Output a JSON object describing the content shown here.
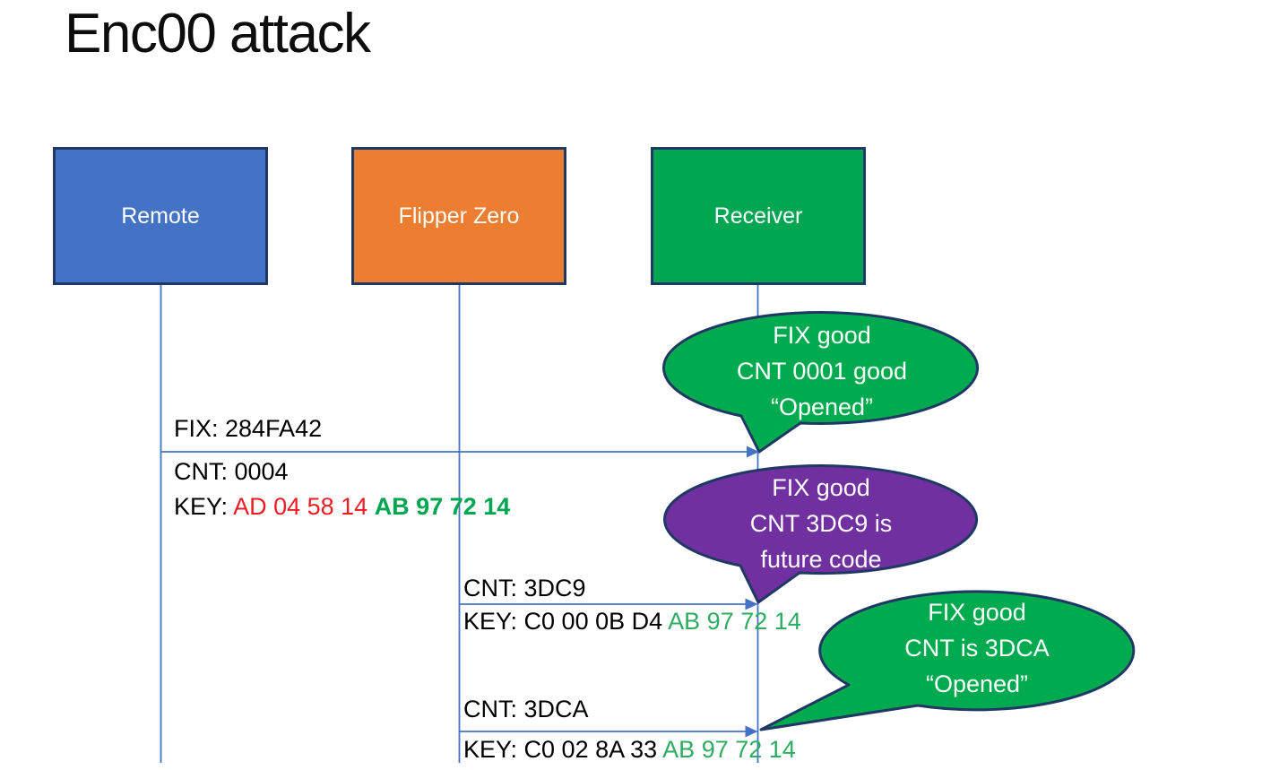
{
  "title": "Enc00 attack",
  "actors": [
    {
      "label": "Remote",
      "color": "#4472C4"
    },
    {
      "label": "Flipper Zero",
      "color": "#ED7D31"
    },
    {
      "label": "Receiver",
      "color": "#00A651"
    }
  ],
  "messages": [
    {
      "fix": "FIX: 284FA42",
      "cnt": "CNT: 0004",
      "key_prefix": "KEY: ",
      "key_red": "AD 04 58 14 ",
      "key_green": "AB 97 72 14"
    },
    {
      "cnt": "CNT: 3DC9",
      "key_prefix": "KEY: C0 00 0B D4 ",
      "key_green": "AB 97 72 14"
    },
    {
      "cnt": "CNT: 3DCA",
      "key_prefix": "KEY: C0 02 8A 33 ",
      "key_green": "AB 97 72 14"
    }
  ],
  "callouts": [
    {
      "lines": [
        "FIX good",
        "CNT 0001 good",
        "“Opened”"
      ],
      "color": "#00AB4F"
    },
    {
      "lines": [
        "FIX good",
        "CNT 3DC9 is",
        "future code"
      ],
      "color": "#7030A0"
    },
    {
      "lines": [
        "FIX good",
        "CNT is 3DCA",
        "“Opened”"
      ],
      "color": "#00AB4F"
    }
  ],
  "colors": {
    "line_blue": "#4472C4",
    "outline_navy": "#1F3864",
    "red_text": "#EC1C24",
    "green_text_bold": "#00A64F",
    "green_text": "#2EAD62",
    "black_text": "#000000"
  }
}
